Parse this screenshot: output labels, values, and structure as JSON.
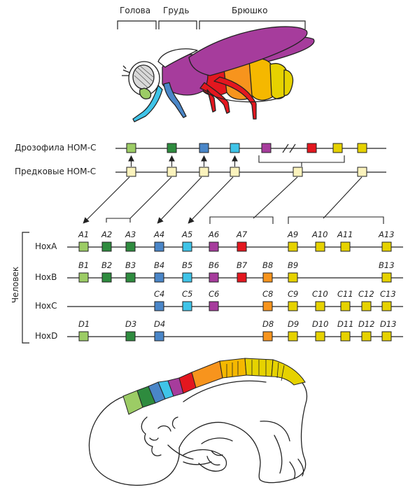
{
  "fly_segments": {
    "head": "Голова",
    "thorax": "Грудь",
    "abdomen": "Брюшко"
  },
  "rows": {
    "drosophila": "Дрозофила HOM-C",
    "ancestral": "Предковые HOM-C",
    "human": "Человек",
    "hoxa": "HoxA",
    "hoxb": "HoxB",
    "hoxc": "HoxC",
    "hoxd": "HoxD"
  },
  "colors": {
    "light_green": "#9ccc65",
    "dark_green": "#2e8b3e",
    "blue": "#4a86c8",
    "cyan": "#3fc4e8",
    "purple": "#a63c9c",
    "red": "#e3171f",
    "orange": "#f7941d",
    "yellow": "#e6d200",
    "pale": "#fbf3bd"
  },
  "genes": {
    "hoxa": [
      "A1",
      "A2",
      "A3",
      "A4",
      "A5",
      "A6",
      "A7",
      "A9",
      "A10",
      "A11",
      "A13"
    ],
    "hoxb": [
      "B1",
      "B2",
      "B3",
      "B4",
      "B5",
      "B6",
      "B7",
      "B8",
      "B9",
      "B13"
    ],
    "hoxc": [
      "C4",
      "C5",
      "C6",
      "C8",
      "C9",
      "C10",
      "C11",
      "C12",
      "C13"
    ],
    "hoxd": [
      "D1",
      "D3",
      "D4",
      "D8",
      "D9",
      "D10",
      "D11",
      "D12",
      "D13"
    ]
  }
}
